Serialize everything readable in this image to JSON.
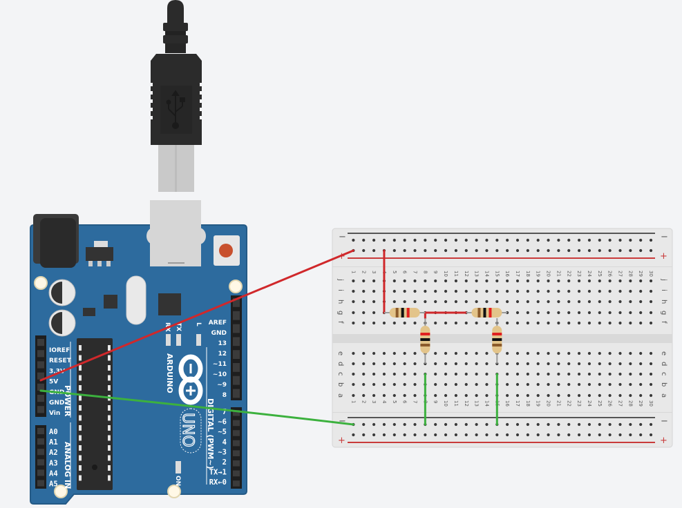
{
  "canvas": {
    "background": "#f3f4f6"
  },
  "colors": {
    "board_blue": "#2d6b9e",
    "board_edge": "#245a86",
    "wire_red": "#d0282b",
    "wire_green": "#3cb13e",
    "breadboard": "#e8e8e8",
    "rail_red": "#c93a3a",
    "rail_black": "#555555"
  },
  "usb_cable": {
    "icon": "usb-icon"
  },
  "arduino": {
    "brand": "ARDUINO",
    "model": "UNO",
    "power_header_title": "POWER",
    "analog_header_title": "ANALOG IN",
    "digital_header_title": "DIGITAL (PWM~)",
    "led_labels": {
      "rx": "RX",
      "tx": "TX",
      "l": "L",
      "on": "ON"
    },
    "power_pins": [
      "IOREF",
      "RESET",
      "3.3V",
      "5V",
      "GND",
      "GND",
      "Vin"
    ],
    "analog_pins": [
      "A0",
      "A1",
      "A2",
      "A3",
      "A4",
      "A5"
    ],
    "digital_top_pins": [
      "AREF",
      "GND",
      "13",
      "12",
      "~11",
      "~10",
      "~9",
      "8"
    ],
    "digital_bottom_pins": [
      "7",
      "~6",
      "~5",
      "4",
      "~3",
      "2",
      "TX→1",
      "RX←0"
    ]
  },
  "breadboard": {
    "columns": 30,
    "top_rows": [
      "j",
      "i",
      "h",
      "g",
      "f"
    ],
    "bottom_rows": [
      "e",
      "d",
      "c",
      "b",
      "a"
    ],
    "rail_minus": "−",
    "rail_plus": "+"
  },
  "resistors": [
    {
      "id": "R1",
      "orientation": "horizontal",
      "row": "g",
      "from_col": 4,
      "to_col": 8,
      "bands": [
        "#8b5a2b",
        "#111111",
        "#e02020"
      ]
    },
    {
      "id": "R2",
      "orientation": "horizontal",
      "row": "g",
      "from_col": 12,
      "to_col": 16,
      "bands": [
        "#8b5a2b",
        "#111111",
        "#e02020"
      ]
    },
    {
      "id": "R3",
      "orientation": "vertical",
      "col": 8,
      "from_row": "g",
      "to_row": "d",
      "bands": [
        "#e02020",
        "#111111",
        "#8b5a2b"
      ]
    },
    {
      "id": "R4",
      "orientation": "vertical",
      "col": 15,
      "from_row": "g",
      "to_row": "d",
      "bands": [
        "#e02020",
        "#111111",
        "#8b5a2b"
      ]
    }
  ],
  "wires": [
    {
      "id": "w-5v",
      "color": "red",
      "from": "Arduino 5V",
      "to": "top + rail col 1"
    },
    {
      "id": "w-gnd",
      "color": "green",
      "from": "Arduino GND",
      "to": "bottom − rail col 1"
    },
    {
      "id": "w-rail-r1",
      "color": "red",
      "from": "top + rail col 4",
      "to": "g4"
    },
    {
      "id": "w-r1-r2",
      "color": "red",
      "from": "g8",
      "to": "g12"
    },
    {
      "id": "w-r3-gnd",
      "color": "green",
      "from": "c8",
      "to": "bottom − rail col 8"
    },
    {
      "id": "w-r4-gnd",
      "color": "green",
      "from": "c15",
      "to": "bottom − rail col 15"
    }
  ]
}
